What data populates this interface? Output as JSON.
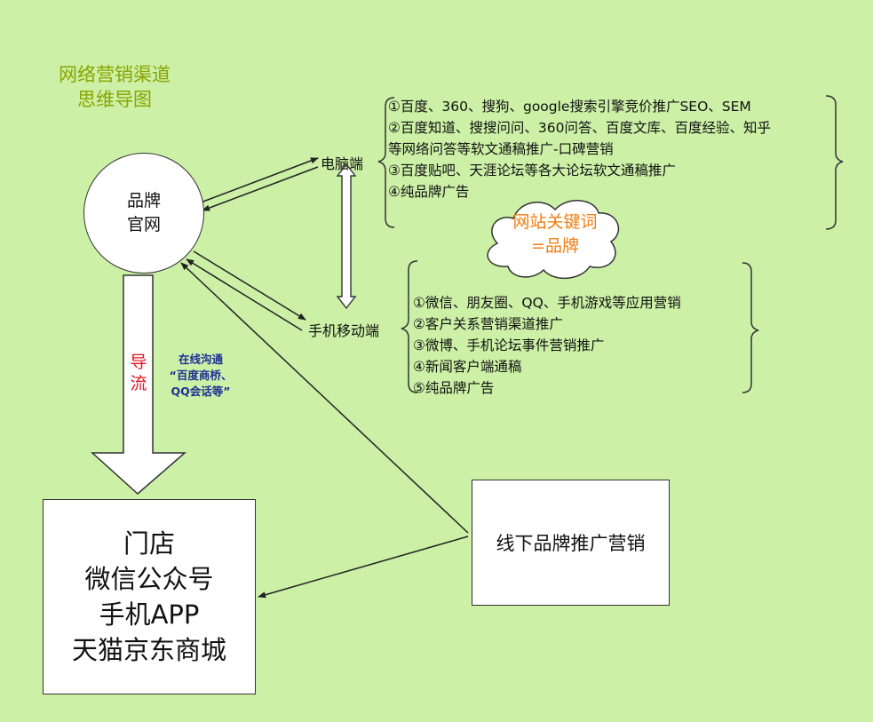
{
  "title": {
    "line1": "网络营销渠道",
    "line2": "思维导图"
  },
  "brand_site": {
    "line1": "品牌",
    "line2": "官网"
  },
  "pc": {
    "label": "电脑端",
    "items": [
      "①百度、360、搜狗、google搜索引擎竞价推广SEO、SEM",
      "②百度知道、搜搜问问、360问答、百度文库、百度经验、知乎",
      "等网络问答等软文通稿推广-口碑营销",
      "③百度贴吧、天涯论坛等各大论坛软文通稿推广",
      "④纯品牌广告"
    ]
  },
  "keyword_cloud": {
    "line1": "网站关键词",
    "line2": "=品牌"
  },
  "mobile": {
    "label": "手机移动端",
    "items": [
      "①微信、朋友圈、QQ、手机游戏等应用营销",
      "②客户关系营销渠道推广",
      "③微博、手机论坛事件营销推广",
      "④新闻客户端通稿",
      "⑤纯品牌广告"
    ]
  },
  "guide_flow": {
    "line1": "导",
    "line2": "流"
  },
  "online_comm": {
    "line1": "在线沟通",
    "line2": "“百度商桥、",
    "line3": "QQ会话等”"
  },
  "store": {
    "line1": "门店",
    "line2": "微信公众号",
    "line3": "手机APP",
    "line4": "天猫京东商城"
  },
  "offline": {
    "label": "线下品牌推广营销"
  },
  "colors": {
    "background": "#ccf0a6",
    "title": "#8aa400",
    "guide": "#e01020",
    "comm": "#1e2f96",
    "cloud_text": "#f07f12"
  }
}
